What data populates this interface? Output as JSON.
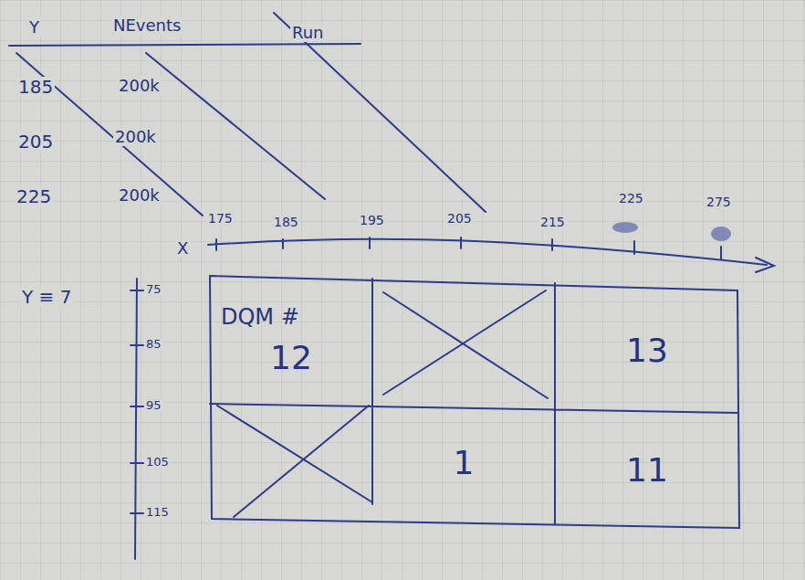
{
  "diagram": {
    "nodes": [
      {
        "text": [
          "DQM #",
          "12"
        ]
      },
      {
        "text": [
          "13"
        ]
      },
      {
        "text": [
          "1"
        ]
      },
      {
        "text": [
          "11"
        ]
      }
    ],
    "labels": [
      "Y",
      "NEvents",
      "Run",
      "185",
      "200k",
      "205",
      "200k",
      "225",
      "200k",
      "X",
      "175",
      "185",
      "195",
      "205",
      "215",
      "225",
      "275",
      "Y ≡ 7",
      "75",
      "85",
      "95",
      "105",
      "115"
    ]
  }
}
